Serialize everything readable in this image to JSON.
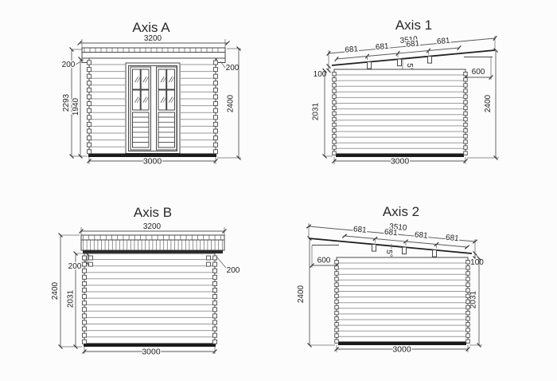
{
  "views": {
    "axis_a": {
      "title": "Axis A",
      "dims": {
        "top_width": "3200",
        "left_overhang": "200",
        "right_overhang": "200",
        "left_height_outer": "2293",
        "left_height_inner": "1940",
        "right_height": "2400",
        "bottom_width": "3000"
      }
    },
    "axis_1": {
      "title": "Axis 1",
      "dims": {
        "roof_length": "3510",
        "segments": [
          "681",
          "681",
          "681",
          "681"
        ],
        "angle": "5°",
        "left_edge": "100",
        "left_wall_height": "2031",
        "right_overhang": "600",
        "right_height": "2400",
        "bottom_width": "3000"
      }
    },
    "axis_b": {
      "title": "Axis B",
      "dims": {
        "top_width": "3200",
        "left_total_height": "2400",
        "left_overhang": "200",
        "left_wall_height": "2031",
        "right_overhang": "200",
        "bottom_width": "3000"
      }
    },
    "axis_2": {
      "title": "Axis 2",
      "dims": {
        "roof_length": "3510",
        "segments": [
          "681",
          "681",
          "681",
          "681"
        ],
        "angle": "5°",
        "left_overhang": "600",
        "left_height": "2400",
        "right_edge": "100",
        "right_wall_height": "2031",
        "bottom_width": "3000"
      }
    }
  },
  "colors": {
    "outline": "#474747",
    "dimension": "#5a5a5a",
    "log_line": "#999999",
    "base_skid": "#1b1b1b",
    "text": "#1f1f1f",
    "background": "#fcfcfc"
  }
}
